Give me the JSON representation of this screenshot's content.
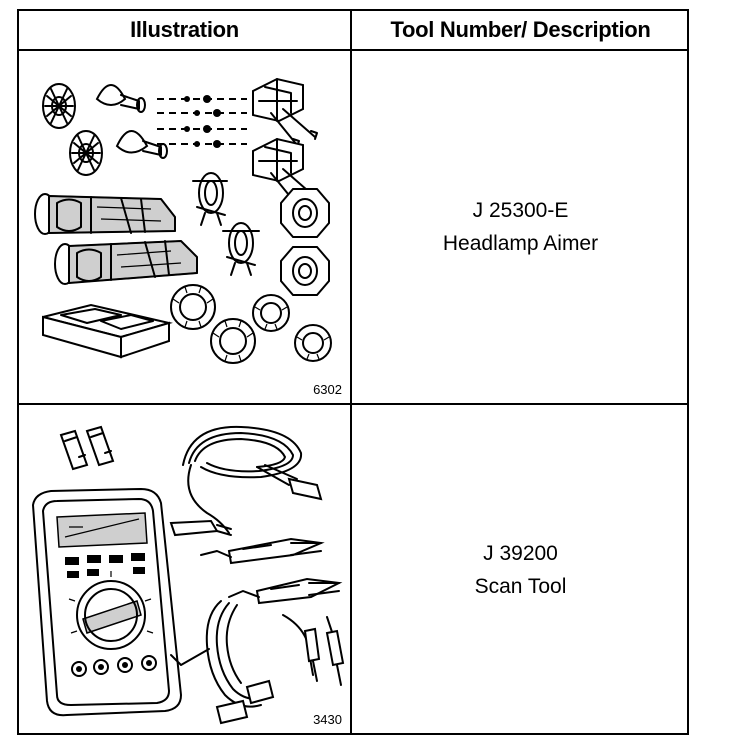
{
  "table": {
    "headers": {
      "illustration": "Illustration",
      "tool": "Tool Number/ Description"
    },
    "rows": [
      {
        "tool_number": "J 25300-E",
        "description": "Headlamp Aimer",
        "figure_number": "6302"
      },
      {
        "tool_number": "J 39200",
        "description": "Scan Tool",
        "figure_number": "3430"
      }
    ]
  }
}
